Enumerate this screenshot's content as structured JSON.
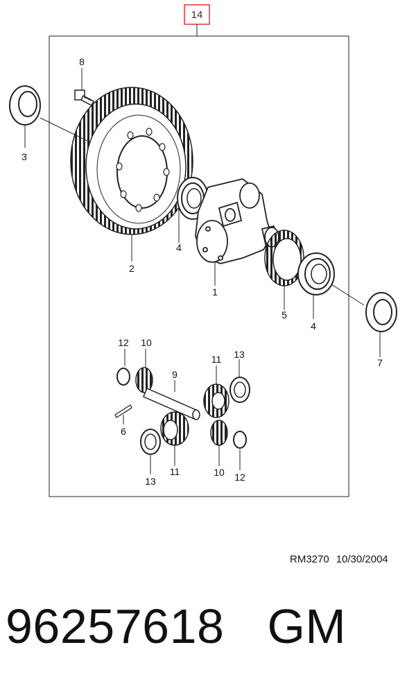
{
  "assembly": {
    "callout": "14"
  },
  "callouts": [
    {
      "id": "p8",
      "label": "8"
    },
    {
      "id": "p3",
      "label": "3"
    },
    {
      "id": "p2",
      "label": "2"
    },
    {
      "id": "p4a",
      "label": "4"
    },
    {
      "id": "p1",
      "label": "1"
    },
    {
      "id": "p5",
      "label": "5"
    },
    {
      "id": "p4b",
      "label": "4"
    },
    {
      "id": "p7",
      "label": "7"
    },
    {
      "id": "p12a",
      "label": "12"
    },
    {
      "id": "p10a",
      "label": "10"
    },
    {
      "id": "p9",
      "label": "9"
    },
    {
      "id": "p11a",
      "label": "11"
    },
    {
      "id": "p13a",
      "label": "13"
    },
    {
      "id": "p6",
      "label": "6"
    },
    {
      "id": "p13b",
      "label": "13"
    },
    {
      "id": "p11b",
      "label": "11"
    },
    {
      "id": "p10b",
      "label": "10"
    },
    {
      "id": "p12b",
      "label": "12"
    }
  ],
  "reference": {
    "code": "RM3270",
    "date": "10/30/2004"
  },
  "part": {
    "number": "96257618",
    "brand": "GM"
  }
}
